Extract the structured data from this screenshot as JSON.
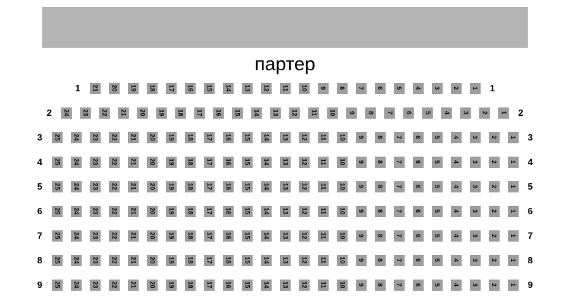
{
  "title": "партер",
  "colors": {
    "stage": "#b4b4b4",
    "seat": "#9e9e9e",
    "seat_number_text": "#111111"
  },
  "rows": [
    {
      "label": "1",
      "seat_numbers": [
        21,
        20,
        19,
        18,
        17,
        16,
        15,
        14,
        13,
        12,
        11,
        10,
        9,
        8,
        7,
        6,
        5,
        4,
        3,
        2,
        1
      ]
    },
    {
      "label": "2",
      "seat_numbers": [
        24,
        23,
        22,
        21,
        20,
        19,
        18,
        17,
        16,
        15,
        14,
        13,
        12,
        11,
        10,
        9,
        8,
        7,
        6,
        5,
        4,
        3,
        2,
        1
      ]
    },
    {
      "label": "3",
      "seat_numbers": [
        25,
        24,
        23,
        22,
        21,
        20,
        19,
        18,
        17,
        16,
        15,
        14,
        13,
        12,
        11,
        10,
        9,
        8,
        7,
        6,
        5,
        4,
        3,
        2,
        1
      ]
    },
    {
      "label": "4",
      "seat_numbers": [
        25,
        24,
        23,
        22,
        21,
        20,
        19,
        18,
        17,
        16,
        15,
        14,
        13,
        12,
        11,
        10,
        9,
        8,
        7,
        6,
        5,
        4,
        3,
        2,
        1
      ]
    },
    {
      "label": "5",
      "seat_numbers": [
        25,
        24,
        23,
        22,
        21,
        20,
        19,
        18,
        17,
        16,
        15,
        14,
        13,
        12,
        11,
        10,
        9,
        8,
        7,
        6,
        5,
        4,
        3,
        2,
        1
      ]
    },
    {
      "label": "6",
      "seat_numbers": [
        25,
        24,
        23,
        22,
        21,
        20,
        19,
        18,
        17,
        16,
        15,
        14,
        13,
        12,
        11,
        10,
        9,
        8,
        7,
        6,
        5,
        4,
        3,
        2,
        1
      ]
    },
    {
      "label": "7",
      "seat_numbers": [
        25,
        24,
        23,
        22,
        21,
        20,
        19,
        18,
        17,
        16,
        15,
        14,
        13,
        12,
        11,
        10,
        9,
        8,
        7,
        6,
        5,
        4,
        3,
        2,
        1
      ]
    },
    {
      "label": "8",
      "seat_numbers": [
        25,
        24,
        23,
        22,
        21,
        20,
        19,
        18,
        17,
        16,
        15,
        14,
        13,
        12,
        11,
        10,
        9,
        8,
        7,
        6,
        5,
        4,
        3,
        2,
        1
      ]
    },
    {
      "label": "9",
      "seat_numbers": [
        25,
        24,
        23,
        22,
        21,
        20,
        19,
        18,
        17,
        16,
        15,
        14,
        13,
        12,
        11,
        10,
        9,
        8,
        7,
        6,
        5,
        4,
        3,
        2,
        1
      ]
    }
  ]
}
